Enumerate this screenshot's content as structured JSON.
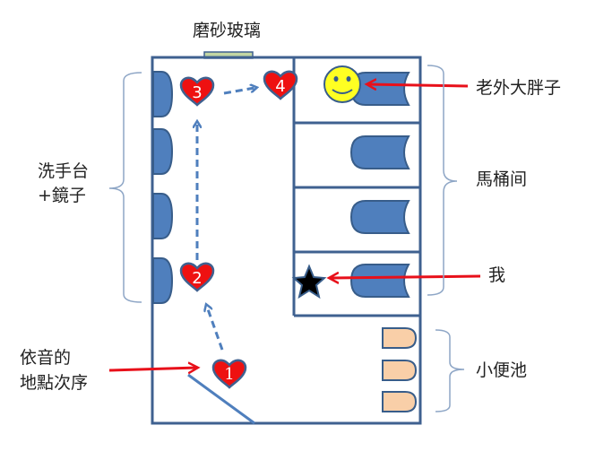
{
  "labels": {
    "frosted_glass": "磨砂玻璃",
    "sinks_line1": "洗手台",
    "sinks_line2": "+鏡子",
    "order_line1": "依音的",
    "order_line2": "地點次序",
    "big_foreigner": "老外大胖子",
    "toilet_stalls": "馬桶间",
    "me": "我",
    "urinals": "小便池"
  },
  "markers": [
    {
      "number": "1"
    },
    {
      "number": "2"
    },
    {
      "number": "3"
    },
    {
      "number": "4"
    }
  ],
  "colors": {
    "wall": "#3f6190",
    "fixture": "#4f7fbd",
    "fixture_stroke": "#385d8a",
    "heart": "#ee1111",
    "arrow_red": "#e8101a",
    "urinal": "#f9cfa8",
    "window": "#c3d6a3",
    "smiley": "#ffff22",
    "bracket": "#8ea6c6"
  }
}
